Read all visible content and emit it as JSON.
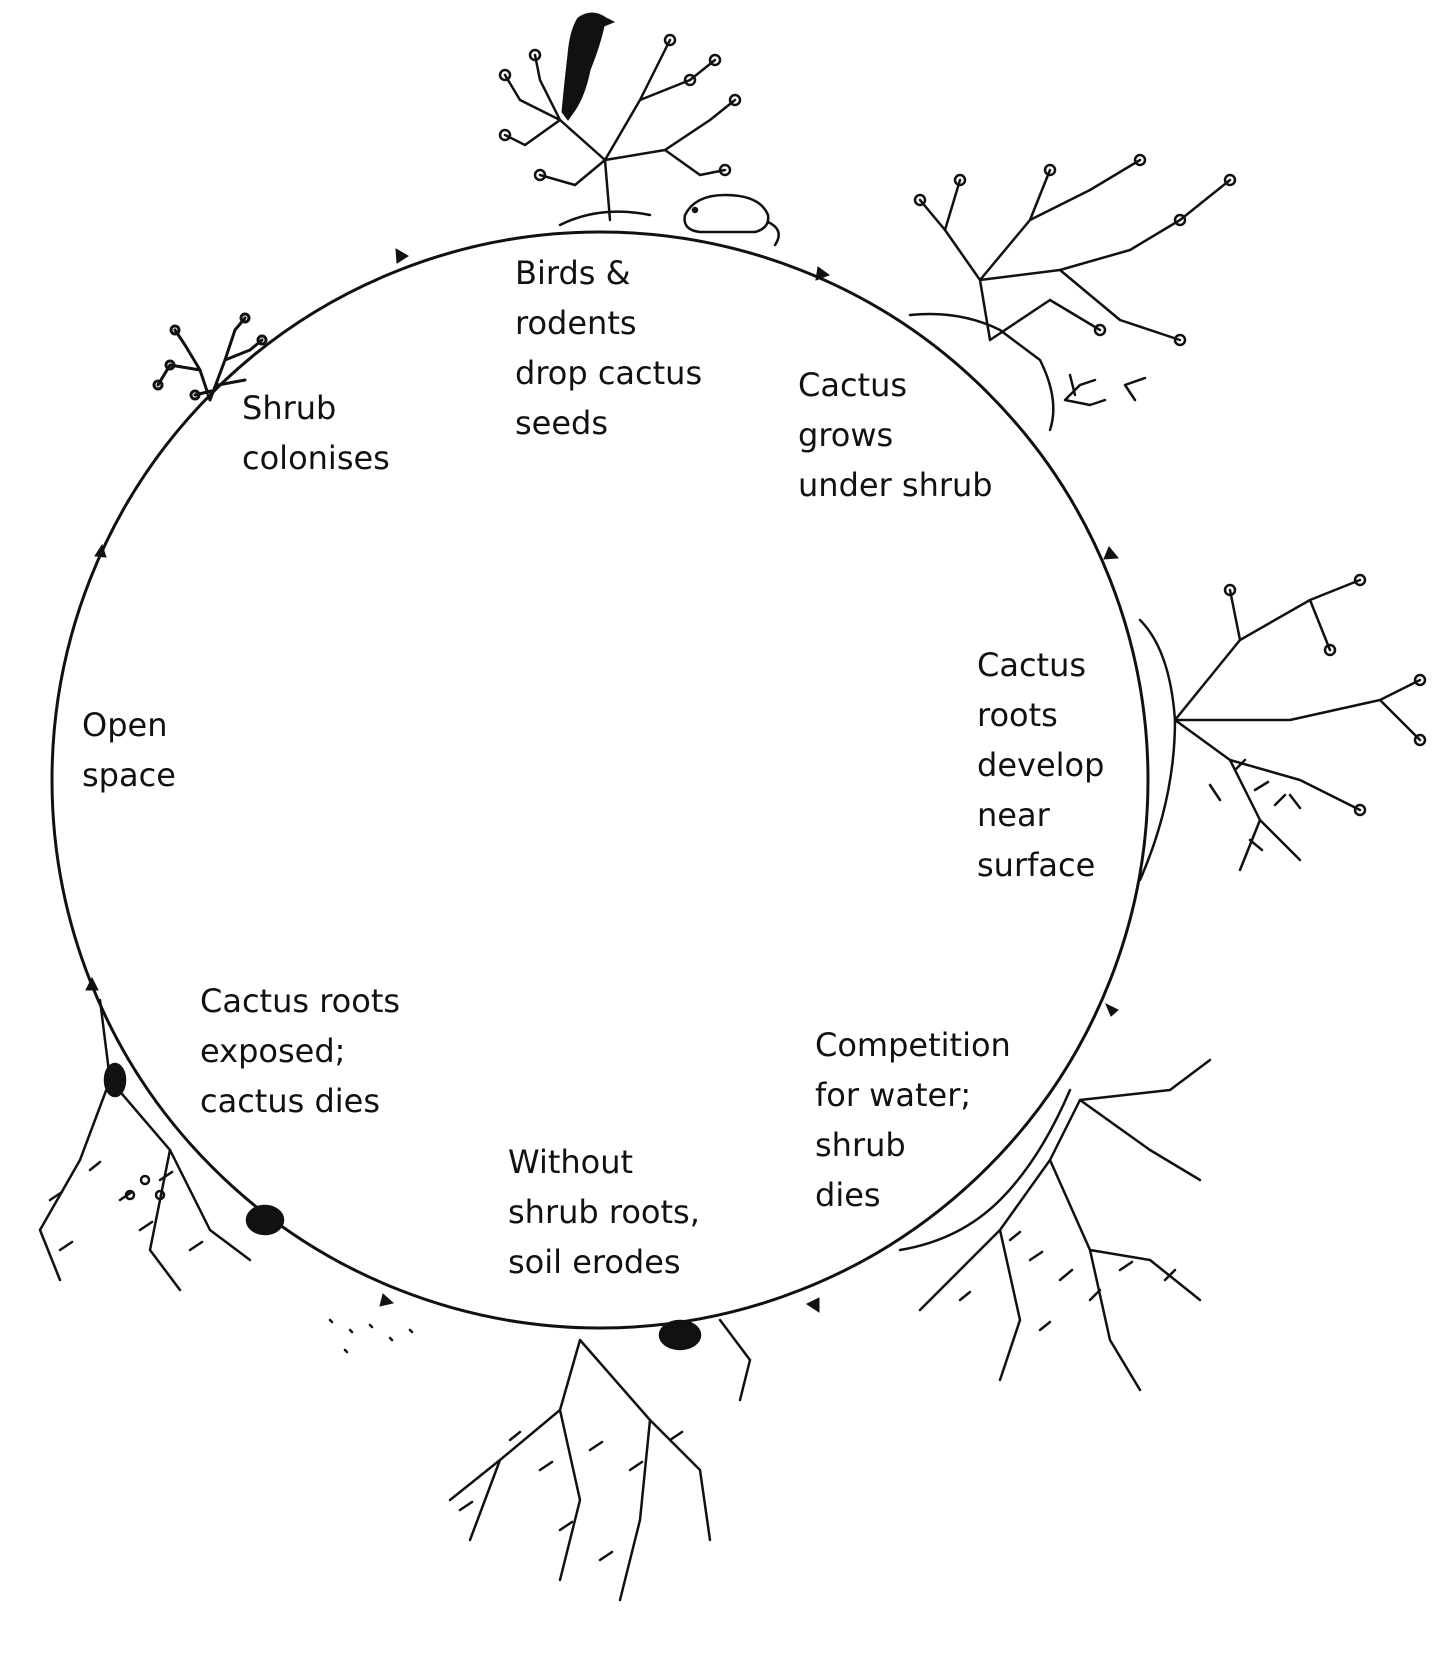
{
  "cycle": {
    "stages": [
      {
        "id": "shrub",
        "label": "Shrub\ncolonises"
      },
      {
        "id": "seeds",
        "label": "Birds &\nrodents\ndrop cactus\nseeds"
      },
      {
        "id": "grows",
        "label": "Cactus\ngrows\nunder shrub"
      },
      {
        "id": "roots",
        "label": "Cactus\nroots\ndevelop\nnear\nsurface"
      },
      {
        "id": "competition",
        "label": "Competition\nfor water;\nshrub\ndies"
      },
      {
        "id": "erodes",
        "label": "Without\nshrub roots,\nsoil erodes"
      },
      {
        "id": "exposed",
        "label": "Cactus roots\nexposed;\ncactus dies"
      },
      {
        "id": "open",
        "label": "Open\nspace"
      }
    ]
  },
  "illustrations": [
    {
      "name": "small-shrub-icon"
    },
    {
      "name": "bird-icon"
    },
    {
      "name": "rodent-icon"
    },
    {
      "name": "shrub-with-cactus-icon"
    },
    {
      "name": "cactus-under-shrub-icon"
    },
    {
      "name": "shrub-and-cactus-roots-icon"
    },
    {
      "name": "dying-shrub-roots-icon"
    },
    {
      "name": "eroding-cactus-roots-icon"
    },
    {
      "name": "exposed-cactus-roots-icon"
    }
  ],
  "colors": {
    "ink": "#111111",
    "background": "#ffffff"
  }
}
